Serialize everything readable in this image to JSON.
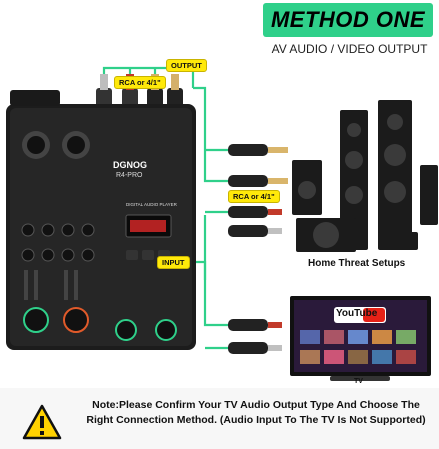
{
  "header": {
    "method_title": "METHOD ONE",
    "subtitle": "AV AUDIO / VIDEO OUTPUT"
  },
  "labels": {
    "output": "OUTPUT",
    "rca_top": "RCA or 4/1\"",
    "rca_right": "RCA or 4/1\"",
    "input": "INPUT"
  },
  "mixer": {
    "brand": "DGNOG",
    "model": "R4-PRO",
    "player_label": "DIGITAL AUDIO PLAYER"
  },
  "speakers": {
    "caption": "Home Threat Setups"
  },
  "tv": {
    "logo": "YouTube",
    "caption": "TV"
  },
  "warning": {
    "text": "Note:Please Confirm Your TV Audio Output Type And Choose The Right Connection Method. (Audio Input To The TV Is Not Supported)"
  },
  "colors": {
    "banner": "#2fd08a",
    "wire": "#2fd08a",
    "tag": "#ffe90a",
    "warning": "#ffd200"
  }
}
